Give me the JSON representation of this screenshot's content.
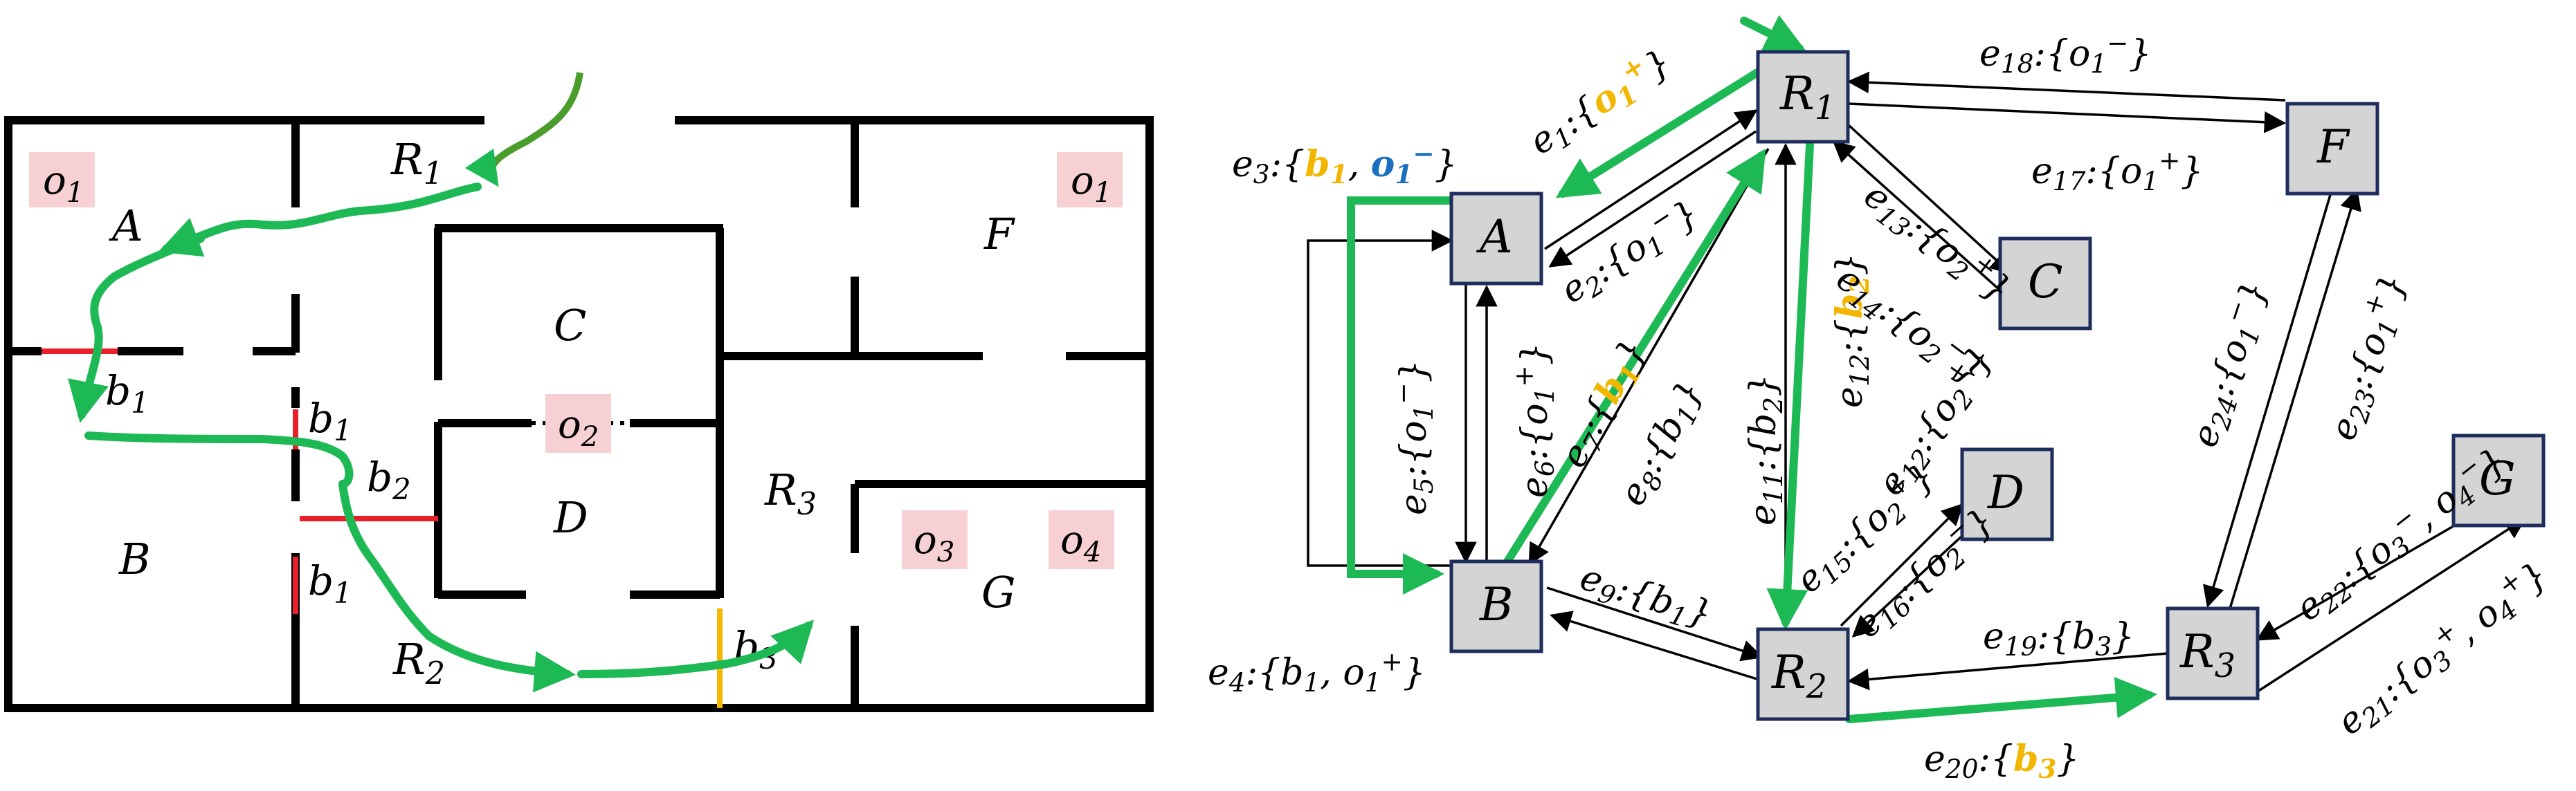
{
  "floorplan": {
    "rooms": {
      "A": "A",
      "B": "B",
      "C": "C",
      "D": "D",
      "F": "F",
      "G": "G",
      "R1": "R",
      "R1_sub": "1",
      "R2": "R",
      "R2_sub": "2",
      "R3": "R",
      "R3_sub": "3"
    },
    "objects": {
      "o1_left": "o",
      "o1_left_sub": "1",
      "o1_right": "o",
      "o1_right_sub": "1",
      "o2": "o",
      "o2_sub": "2",
      "o3": "o",
      "o3_sub": "3",
      "o4": "o",
      "o4_sub": "4"
    },
    "doors": {
      "b1_a": "b",
      "b1_a_sub": "1",
      "b1_b": "b",
      "b1_b_sub": "1",
      "b1_c": "b",
      "b1_c_sub": "1",
      "b2": "b",
      "b2_sub": "2",
      "b3": "b",
      "b3_sub": "3"
    },
    "colors": {
      "door_red": "#e8202a",
      "door_yellow": "#f5b800",
      "object_bg": "#f7d0d4",
      "path": "#1db954"
    }
  },
  "graph": {
    "nodes": {
      "A": "A",
      "B": "B",
      "C": "C",
      "D": "D",
      "F": "F",
      "G": "G",
      "R1": "R",
      "R1_sub": "1",
      "R2": "R",
      "R2_sub": "2",
      "R3": "R",
      "R3_sub": "3"
    },
    "edge_labels": {
      "e1": "e",
      "e1_sub": "1",
      "e1_colon": ":{",
      "e2": "e",
      "e2_sub": "2",
      "e3": "e",
      "e3_sub": "3",
      "e4": "e",
      "e4_sub": "4",
      "e5": "e",
      "e5_sub": "5",
      "e6": "e",
      "e6_sub": "6",
      "e7": "e",
      "e7_sub": "7",
      "e8": "e",
      "e8_sub": "8",
      "e9": "e",
      "e9_sub": "9",
      "e11": "e",
      "e11_sub": "11",
      "e12": "e",
      "e12_sub": "12",
      "e13": "e",
      "e13_sub": "13",
      "e14": "e",
      "e14_sub": "14",
      "e15": "e",
      "e15_sub": "15",
      "e16": "e",
      "e16_sub": "16",
      "e17": "e",
      "e17_sub": "17",
      "e18": "e",
      "e18_sub": "18",
      "e19": "e",
      "e19_sub": "19",
      "e20": "e",
      "e20_sub": "20",
      "e21": "e",
      "e21_sub": "21",
      "e22": "e",
      "e22_sub": "22",
      "e23": "e",
      "e23_sub": "23",
      "e24": "e",
      "e24_sub": "24"
    },
    "colors": {
      "node_fill": "#d4d4d4",
      "node_stroke": "#1f2d5c",
      "highlight_yellow": "#f2b600",
      "highlight_blue": "#1a6fbf",
      "path": "#1db954"
    }
  }
}
